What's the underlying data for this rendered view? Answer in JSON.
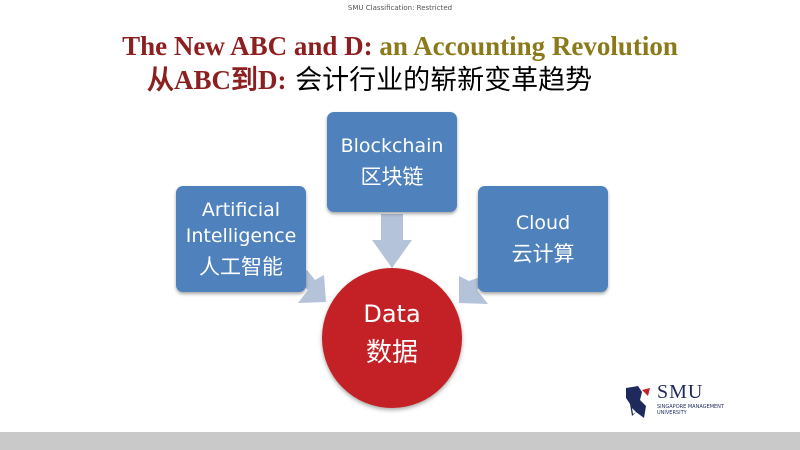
{
  "header": {
    "classification": "SMU Classification: Restricted"
  },
  "title": {
    "en_part1": "The New ABC and D:",
    "en_part2": " an Accounting Revolution",
    "zh_part1": "从ABC到D:",
    "zh_part2": " 会计行业的崭新变革趋势"
  },
  "diagram": {
    "nodes": [
      {
        "id": "ai",
        "en": "Artificial Intelligence",
        "zh": "人工智能"
      },
      {
        "id": "blockchain",
        "en": "Blockchain",
        "zh": "区块链"
      },
      {
        "id": "cloud",
        "en": "Cloud",
        "zh": "云计算"
      }
    ],
    "center": {
      "en": "Data",
      "zh": "数据"
    },
    "colors": {
      "box": "#4f81bd",
      "circle": "#c42126",
      "arrow": "#b4c3d9",
      "title_red": "#8c1f1f",
      "title_olive": "#8a7a1a"
    }
  },
  "logo": {
    "name": "SMU",
    "subtitle": "SINGAPORE MANAGEMENT UNIVERSITY",
    "icon": "smu-lion-icon"
  }
}
